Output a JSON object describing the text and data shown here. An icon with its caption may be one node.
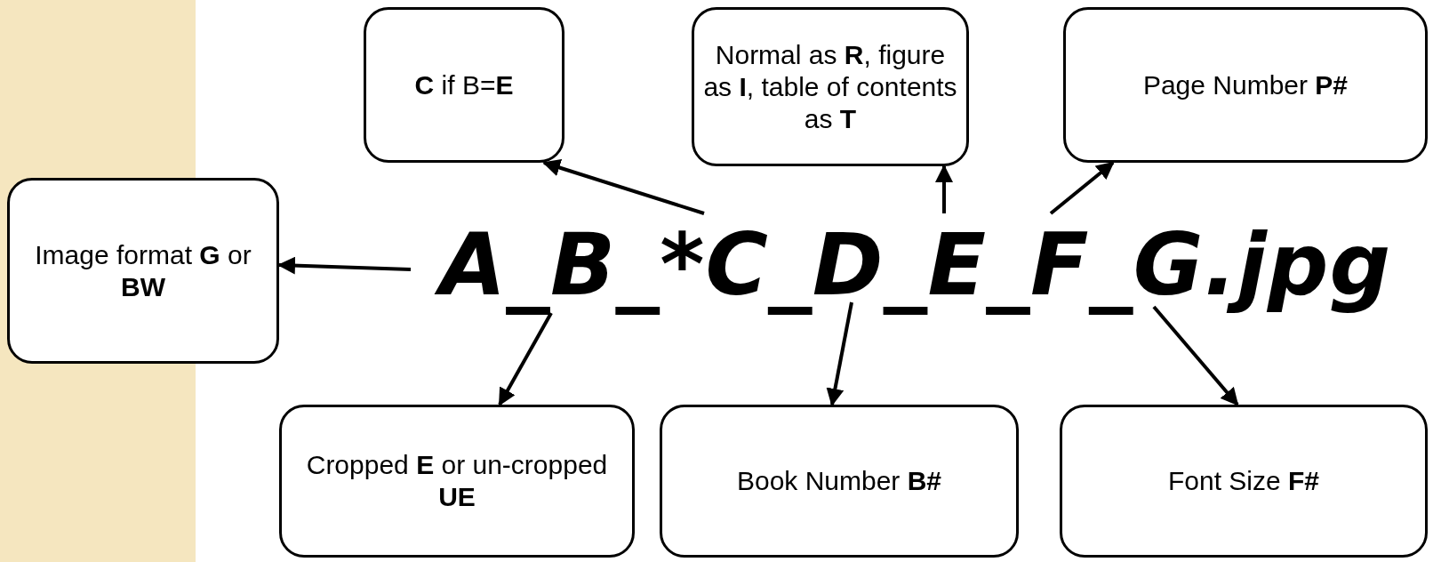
{
  "diagram": {
    "nodes": [
      {
        "text": [
          "**C** if B=**E**"
        ]
      },
      {
        "text": [
          "Normal as **R**, figure as **I**, table of contents as **T**"
        ]
      },
      {
        "text": [
          "Page Number **P#**"
        ]
      },
      {
        "text": [
          "Image format **G** or **BW**"
        ]
      },
      {
        "text": [
          "A_B_*C_D_E_F_G.jpg"
        ]
      },
      {
        "text": [
          "Cropped **E** or un-cropped **UE**"
        ]
      },
      {
        "text": [
          "Book Number **B#**"
        ]
      },
      {
        "text": [
          "Font Size **F#**"
        ]
      }
    ],
    "edges": [
      {
        "from": 4,
        "to": 0,
        "arrow": "to"
      },
      {
        "from": 4,
        "to": 1,
        "arrow": "to"
      },
      {
        "from": 4,
        "to": 2,
        "arrow": "to"
      },
      {
        "from": 4,
        "to": 3,
        "arrow": "to"
      },
      {
        "from": 4,
        "to": 5,
        "arrow": "to"
      },
      {
        "from": 4,
        "to": 6,
        "arrow": "to"
      },
      {
        "from": 4,
        "to": 7,
        "arrow": "to"
      }
    ]
  }
}
